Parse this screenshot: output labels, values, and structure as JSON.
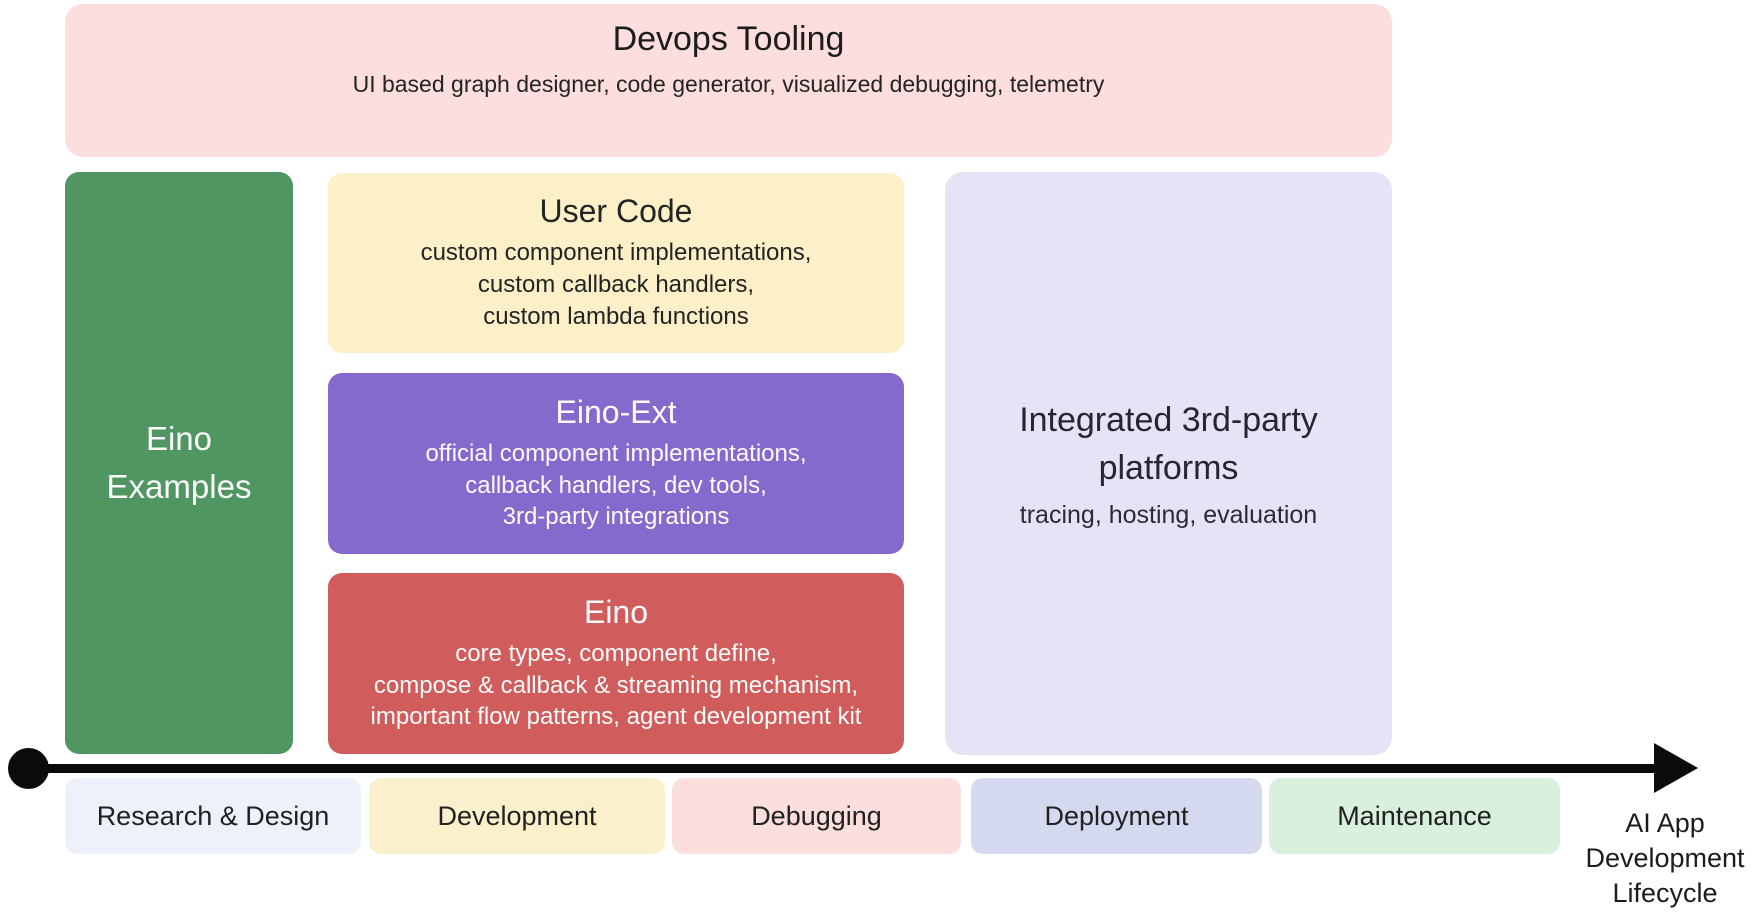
{
  "diagram": {
    "devops": {
      "title": "Devops Tooling",
      "subtitle": "UI based graph designer, code generator, visualized debugging, telemetry",
      "bg": "#fcdede"
    },
    "examples": {
      "lines": [
        "Eino",
        "Examples"
      ],
      "bg": "#4f9663"
    },
    "user_code": {
      "title": "User Code",
      "lines": [
        "custom component implementations,",
        "custom callback handlers,",
        "custom lambda functions"
      ],
      "bg": "#fbf0c8"
    },
    "eino_ext": {
      "title": "Eino-Ext",
      "lines": [
        "official component implementations,",
        "callback handlers, dev tools,",
        "3rd-party integrations"
      ],
      "bg": "#8569cc"
    },
    "eino": {
      "title": "Eino",
      "lines": [
        "core types, component define,",
        "compose & callback & streaming mechanism,",
        "important flow patterns, agent development kit"
      ],
      "bg": "#d05c5c"
    },
    "platforms": {
      "title_lines": [
        "Integrated 3rd-party",
        "platforms"
      ],
      "subtitle": "tracing, hosting, evaluation",
      "bg": "#e7e3f7"
    },
    "timeline": {
      "arrow_color": "#0b0b0b",
      "stages": [
        {
          "label": "Research & Design",
          "bg": "#edf1fa"
        },
        {
          "label": "Development",
          "bg": "#fbf0cc"
        },
        {
          "label": "Debugging",
          "bg": "#fcdede"
        },
        {
          "label": "Deployment",
          "bg": "#d5d9f0"
        },
        {
          "label": "Maintenance",
          "bg": "#d9f0de"
        }
      ],
      "axis_label_lines": [
        "AI App",
        "Development",
        "Lifecycle"
      ]
    }
  }
}
